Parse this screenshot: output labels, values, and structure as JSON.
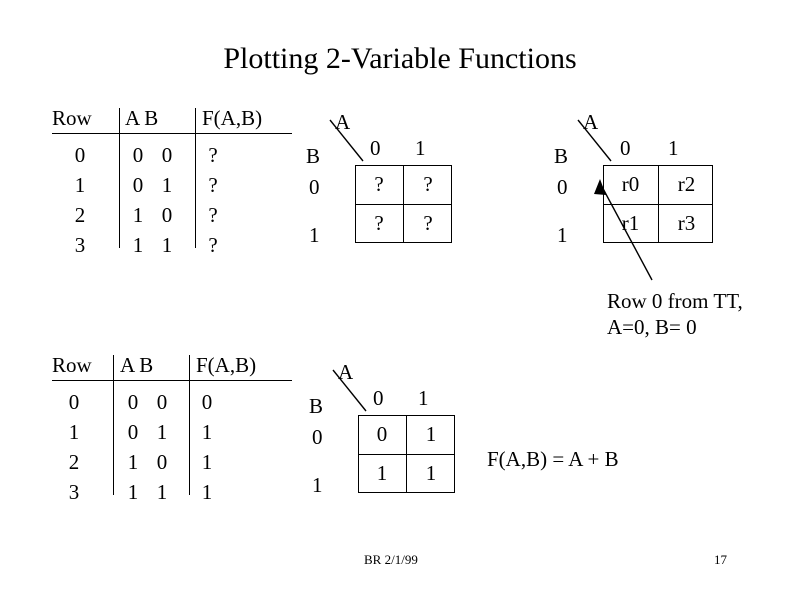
{
  "slide": {
    "title": "Plotting 2-Variable Functions",
    "footer_date": "BR 2/1/99",
    "page_number": "17"
  },
  "truth_table_top": {
    "headers": [
      "Row",
      "A B",
      "F(A,B)"
    ],
    "rows": [
      {
        "row": "0",
        "a": "0",
        "b": "0",
        "f": "?"
      },
      {
        "row": "1",
        "a": "0",
        "b": "1",
        "f": "?"
      },
      {
        "row": "2",
        "a": "1",
        "b": "0",
        "f": "?"
      },
      {
        "row": "3",
        "a": "1",
        "b": "1",
        "f": "?"
      }
    ]
  },
  "truth_table_bottom": {
    "headers": [
      "Row",
      "A B",
      "F(A,B)"
    ],
    "rows": [
      {
        "row": "0",
        "a": "0",
        "b": "0",
        "f": "0"
      },
      {
        "row": "1",
        "a": "0",
        "b": "1",
        "f": "1"
      },
      {
        "row": "2",
        "a": "1",
        "b": "0",
        "f": "1"
      },
      {
        "row": "3",
        "a": "1",
        "b": "1",
        "f": "1"
      }
    ]
  },
  "kmap_top_left": {
    "var_col": "A",
    "var_row": "B",
    "col_labels": [
      "0",
      "1"
    ],
    "row_labels": [
      "0",
      "1"
    ],
    "cells": [
      [
        "?",
        "?"
      ],
      [
        "?",
        "?"
      ]
    ]
  },
  "kmap_top_right": {
    "var_col": "A",
    "var_row": "B",
    "col_labels": [
      "0",
      "1"
    ],
    "row_labels": [
      "0",
      "1"
    ],
    "cells": [
      [
        "r0",
        "r2"
      ],
      [
        "r1",
        "r3"
      ]
    ]
  },
  "kmap_bottom": {
    "var_col": "A",
    "var_row": "B",
    "col_labels": [
      "0",
      "1"
    ],
    "row_labels": [
      "0",
      "1"
    ],
    "cells": [
      [
        "0",
        "1"
      ],
      [
        "1",
        "1"
      ]
    ]
  },
  "annotation": {
    "line1": "Row 0 from TT,",
    "line2": "A=0, B= 0"
  },
  "equation": {
    "text": "F(A,B) =  A + B"
  }
}
